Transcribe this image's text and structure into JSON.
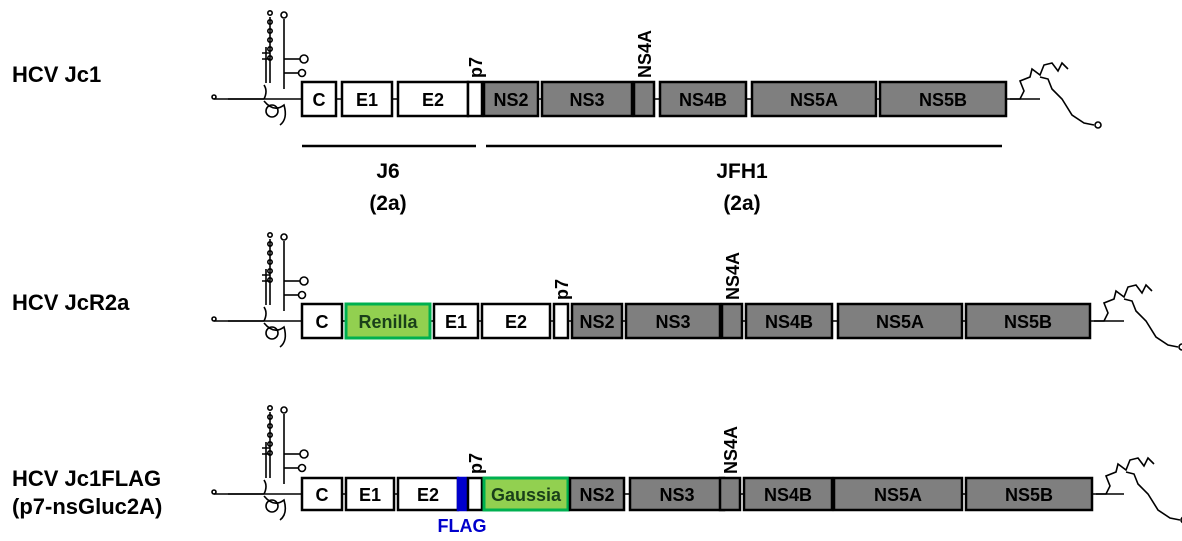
{
  "colors": {
    "white_segment": "#ffffff",
    "gray_segment": "#7f7f7f",
    "green_segment": "#92d050",
    "green_border": "#00b050",
    "flag_blue": "#0000cc",
    "outline": "#000000"
  },
  "constructs": [
    {
      "name": "HCV Jc1",
      "segments": [
        {
          "label": "C",
          "fill": "white"
        },
        {
          "label": "E1",
          "fill": "white"
        },
        {
          "label": "E2",
          "fill": "white"
        },
        {
          "label": "",
          "fill": "white",
          "top_label": "p7"
        },
        {
          "label": "NS2",
          "fill": "gray"
        },
        {
          "label": "NS3",
          "fill": "gray"
        },
        {
          "label": "",
          "fill": "gray",
          "top_label": "NS4A"
        },
        {
          "label": "NS4B",
          "fill": "gray"
        },
        {
          "label": "NS5A",
          "fill": "gray"
        },
        {
          "label": "NS5B",
          "fill": "gray"
        }
      ]
    },
    {
      "name": "HCV JcR2a",
      "segments": [
        {
          "label": "C",
          "fill": "white"
        },
        {
          "label": "Renilla",
          "fill": "green"
        },
        {
          "label": "E1",
          "fill": "white"
        },
        {
          "label": "E2",
          "fill": "white"
        },
        {
          "label": "",
          "fill": "white",
          "top_label": "p7"
        },
        {
          "label": "NS2",
          "fill": "gray"
        },
        {
          "label": "NS3",
          "fill": "gray"
        },
        {
          "label": "",
          "fill": "gray",
          "top_label": "NS4A"
        },
        {
          "label": "NS4B",
          "fill": "gray"
        },
        {
          "label": "NS5A",
          "fill": "gray"
        },
        {
          "label": "NS5B",
          "fill": "gray"
        }
      ]
    },
    {
      "name": "HCV Jc1FLAG",
      "subname": "(p7-nsGluc2A)",
      "segments": [
        {
          "label": "C",
          "fill": "white"
        },
        {
          "label": "E1",
          "fill": "white"
        },
        {
          "label": "E2",
          "fill": "white"
        },
        {
          "label": "",
          "fill": "blue",
          "bottom_label": "FLAG"
        },
        {
          "label": "",
          "fill": "white",
          "top_label": "p7"
        },
        {
          "label": "Gaussia",
          "fill": "green"
        },
        {
          "label": "NS2",
          "fill": "gray"
        },
        {
          "label": "NS3",
          "fill": "gray"
        },
        {
          "label": "",
          "fill": "gray",
          "top_label": "NS4A"
        },
        {
          "label": "NS4B",
          "fill": "gray"
        },
        {
          "label": "NS5A",
          "fill": "gray"
        },
        {
          "label": "NS5B",
          "fill": "gray"
        }
      ]
    }
  ],
  "strains": [
    {
      "name": "J6",
      "genotype": "(2a)"
    },
    {
      "name": "JFH1",
      "genotype": "(2a)"
    }
  ]
}
